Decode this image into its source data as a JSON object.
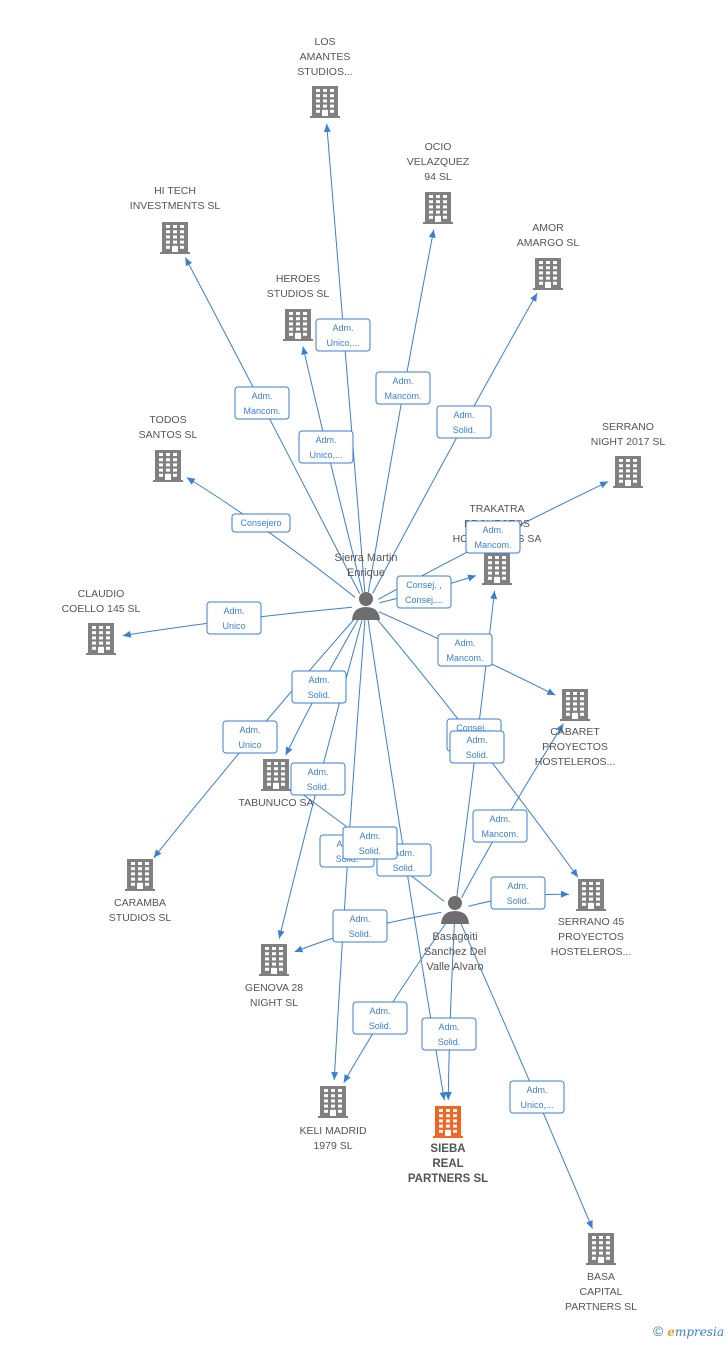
{
  "colors": {
    "edge": "#3a7fd5",
    "building": "#808080",
    "building_highlight": "#f26522",
    "person": "#6e6e6e"
  },
  "people": [
    {
      "id": "sierra",
      "lines": [
        "Sierra Martin",
        "Enrique"
      ]
    },
    {
      "id": "basagoiti",
      "lines": [
        "Basagoiti",
        "Sanchez Del",
        "Valle Alvaro"
      ]
    }
  ],
  "companies": [
    {
      "id": "amantes",
      "lines": [
        "LOS",
        "AMANTES",
        "STUDIOS..."
      ]
    },
    {
      "id": "ocio",
      "lines": [
        "OCIO",
        "VELAZQUEZ",
        "94  SL"
      ]
    },
    {
      "id": "hitech",
      "lines": [
        "HI TECH",
        "INVESTMENTS SL"
      ]
    },
    {
      "id": "amor",
      "lines": [
        "AMOR",
        "AMARGO  SL"
      ]
    },
    {
      "id": "heroes",
      "lines": [
        "HEROES",
        "STUDIOS  SL"
      ]
    },
    {
      "id": "serrano2017",
      "lines": [
        "SERRANO",
        "NIGHT 2017  SL"
      ]
    },
    {
      "id": "todos",
      "lines": [
        "TODOS",
        "SANTOS  SL"
      ]
    },
    {
      "id": "trakatra",
      "lines": [
        "TRAKATRA",
        "PROYECTOS",
        "HOSTELEROS SA"
      ]
    },
    {
      "id": "claudio",
      "lines": [
        "CLAUDIO",
        "COELLO 145 SL"
      ]
    },
    {
      "id": "cabaret",
      "lines": [
        "CABARET",
        "PROYECTOS",
        "HOSTELEROS..."
      ]
    },
    {
      "id": "tabunuco",
      "lines": [
        "TABUNUCO SA"
      ]
    },
    {
      "id": "caramba",
      "lines": [
        "CARAMBA",
        "STUDIOS  SL"
      ]
    },
    {
      "id": "serrano45",
      "lines": [
        "SERRANO 45",
        "PROYECTOS",
        "HOSTELEROS..."
      ]
    },
    {
      "id": "genova",
      "lines": [
        "GENOVA 28",
        "NIGHT  SL"
      ]
    },
    {
      "id": "keli",
      "lines": [
        "KELI MADRID",
        "1979  SL"
      ]
    },
    {
      "id": "sieba",
      "lines": [
        "SIEBA",
        "REAL",
        "PARTNERS  SL"
      ],
      "highlight": true
    },
    {
      "id": "basa",
      "lines": [
        "BASA",
        "CAPITAL",
        "PARTNERS  SL"
      ]
    }
  ],
  "relations": [
    {
      "from": "sierra",
      "to": "amantes",
      "lines": [
        "Adm.",
        "Unico,..."
      ]
    },
    {
      "from": "sierra",
      "to": "ocio",
      "lines": [
        "Adm.",
        "Mancom."
      ]
    },
    {
      "from": "sierra",
      "to": "hitech",
      "lines": [
        "Adm.",
        "Mancom."
      ]
    },
    {
      "from": "sierra",
      "to": "amor",
      "lines": [
        "Adm.",
        "Solid."
      ]
    },
    {
      "from": "sierra",
      "to": "heroes",
      "lines": [
        "Adm.",
        "Unico,..."
      ]
    },
    {
      "from": "sierra",
      "to": "todos",
      "lines": [
        "Consejero"
      ]
    },
    {
      "from": "sierra",
      "to": "serrano2017",
      "lines": [
        "Adm.",
        "Mancom."
      ]
    },
    {
      "from": "sierra",
      "to": "trakatra",
      "lines": [
        "Consej. ,",
        "Consej...."
      ]
    },
    {
      "from": "sierra",
      "to": "claudio",
      "lines": [
        "Adm.",
        "Unico"
      ]
    },
    {
      "from": "sierra",
      "to": "cabaret",
      "lines": [
        "Adm.",
        "Mancom."
      ]
    },
    {
      "from": "sierra",
      "to": "tabunuco",
      "lines": [
        "Adm.",
        "Solid."
      ]
    },
    {
      "from": "sierra",
      "to": "caramba",
      "lines": [
        "Adm.",
        "Unico"
      ]
    },
    {
      "from": "sierra",
      "to": "genova",
      "lines": [
        "Adm.",
        "Solid."
      ]
    },
    {
      "from": "sierra",
      "to": "keli",
      "lines": [
        "Adm.",
        "Solid."
      ]
    },
    {
      "from": "sierra",
      "to": "sieba",
      "lines": [
        "Adm.",
        "Solid."
      ]
    },
    {
      "from": "sierra",
      "to": "serrano45",
      "lines": [
        "Consej. ,",
        "Consej...."
      ]
    },
    {
      "from": "basagoiti",
      "to": "trakatra",
      "lines": [
        "Adm.",
        "Solid."
      ]
    },
    {
      "from": "basagoiti",
      "to": "cabaret",
      "lines": [
        "Adm.",
        "Mancom."
      ]
    },
    {
      "from": "basagoiti",
      "to": "serrano45",
      "lines": [
        "Adm.",
        "Solid."
      ]
    },
    {
      "from": "basagoiti",
      "to": "tabunuco",
      "lines": [
        "Adm.",
        "Solid."
      ]
    },
    {
      "from": "basagoiti",
      "to": "genova",
      "lines": [
        "Adm.",
        "Solid."
      ]
    },
    {
      "from": "basagoiti",
      "to": "keli",
      "lines": [
        "Adm.",
        "Solid."
      ]
    },
    {
      "from": "basagoiti",
      "to": "sieba",
      "lines": [
        "Adm.",
        "Solid."
      ]
    },
    {
      "from": "basagoiti",
      "to": "basa",
      "lines": [
        "Adm.",
        "Unico,..."
      ]
    }
  ],
  "footer": {
    "copyright": "©",
    "brand_initial": "e",
    "brand_rest": "mpresia"
  }
}
